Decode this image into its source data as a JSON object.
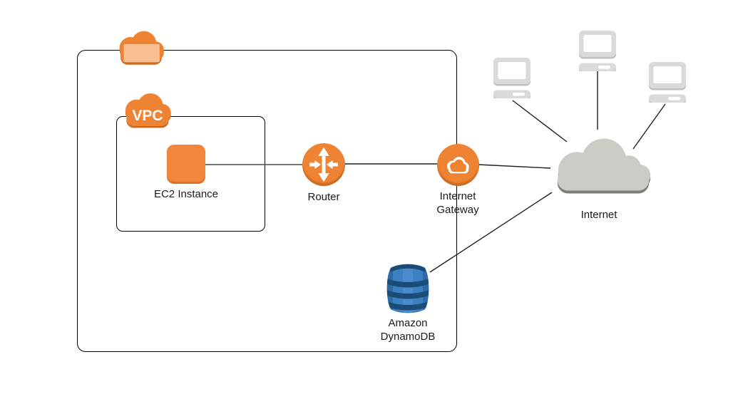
{
  "diagram": {
    "type": "aws-network-architecture",
    "labels": {
      "vpc": "VPC",
      "ec2": "EC2 Instance",
      "router": "Router",
      "internet_gateway": "Internet Gateway",
      "dynamodb": "Amazon DynamoDB",
      "internet": "Internet"
    },
    "nodes": [
      {
        "id": "aws-cloud",
        "label": "",
        "icon": "aws-cloud-icon"
      },
      {
        "id": "vpc",
        "label": "VPC",
        "icon": "vpc-cloud-icon"
      },
      {
        "id": "ec2",
        "label": "EC2 Instance",
        "icon": "ec2-instance-icon"
      },
      {
        "id": "router",
        "label": "Router",
        "icon": "router-icon"
      },
      {
        "id": "internet_gateway",
        "label": "Internet Gateway",
        "icon": "internet-gateway-icon"
      },
      {
        "id": "dynamodb",
        "label": "Amazon DynamoDB",
        "icon": "dynamodb-icon"
      },
      {
        "id": "internet",
        "label": "Internet",
        "icon": "internet-cloud-icon"
      },
      {
        "id": "laptop-1",
        "label": "",
        "icon": "laptop-icon"
      },
      {
        "id": "laptop-2",
        "label": "",
        "icon": "laptop-icon"
      },
      {
        "id": "laptop-3",
        "label": "",
        "icon": "laptop-icon"
      }
    ],
    "connections": [
      {
        "from": "ec2",
        "to": "router"
      },
      {
        "from": "router",
        "to": "internet_gateway"
      },
      {
        "from": "internet_gateway",
        "to": "internet"
      },
      {
        "from": "internet",
        "to": "dynamodb"
      },
      {
        "from": "laptop-1",
        "to": "internet"
      },
      {
        "from": "laptop-2",
        "to": "internet"
      },
      {
        "from": "laptop-3",
        "to": "internet"
      }
    ],
    "colors": {
      "aws_orange": "#EE8433",
      "orange_shadow": "#C8671B",
      "cloud_gray": "#CCCCC6",
      "cloud_gray_shadow": "#7E7E76",
      "device_gray": "#DADAD8",
      "dynamodb_blue": "#3C7EBF",
      "dynamodb_blue_dark": "#1B4C77",
      "line": "#1F1F1F"
    }
  }
}
